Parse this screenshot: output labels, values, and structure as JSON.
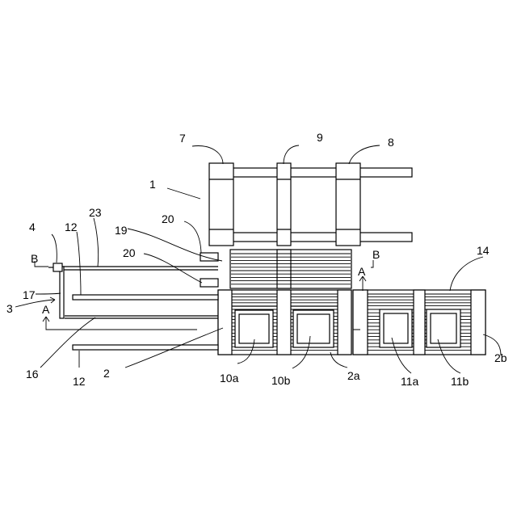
{
  "labels": {
    "l1": "1",
    "l2": "2",
    "l2a": "2a",
    "l2b": "2b",
    "l3": "3",
    "l4": "4",
    "l7": "7",
    "l8": "8",
    "l9": "9",
    "l10a": "10a",
    "l10b": "10b",
    "l11a": "11a",
    "l11b": "11b",
    "l12_top": "12",
    "l12_bot": "12",
    "l14": "14",
    "l16": "16",
    "l17": "17",
    "l19": "19",
    "l20_top": "20",
    "l20_bot": "20",
    "l23": "23",
    "secA_left": "A",
    "secA_right": "A",
    "secB_left": "B",
    "secB_right": "B"
  }
}
